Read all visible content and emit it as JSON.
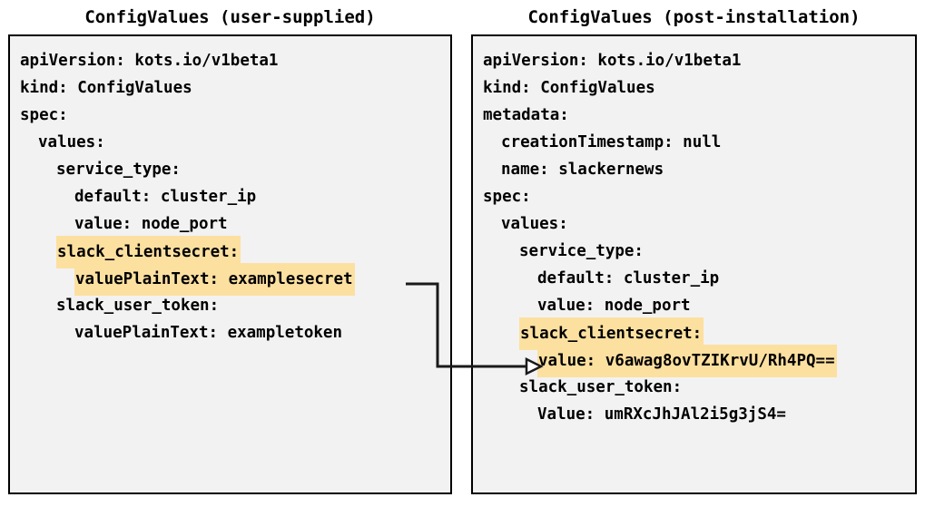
{
  "panels": {
    "left": {
      "title": "ConfigValues (user-supplied)",
      "lines": [
        {
          "text": "apiVersion: kots.io/v1beta1",
          "indent": 0,
          "highlight": false
        },
        {
          "text": "kind: ConfigValues",
          "indent": 0,
          "highlight": false
        },
        {
          "text": "spec:",
          "indent": 0,
          "highlight": false
        },
        {
          "text": "values:",
          "indent": 1,
          "highlight": false
        },
        {
          "text": "service_type:",
          "indent": 2,
          "highlight": false
        },
        {
          "text": "default: cluster_ip",
          "indent": 3,
          "highlight": false
        },
        {
          "text": "value: node_port",
          "indent": 3,
          "highlight": false
        },
        {
          "text": "slack_clientsecret:",
          "indent": 2,
          "highlight": true
        },
        {
          "text": "valuePlainText: examplesecret",
          "indent": 3,
          "highlight": true
        },
        {
          "text": "slack_user_token:",
          "indent": 2,
          "highlight": false
        },
        {
          "text": "valuePlainText: exampletoken",
          "indent": 3,
          "highlight": false
        }
      ]
    },
    "right": {
      "title": "ConfigValues (post-installation)",
      "lines": [
        {
          "text": "apiVersion: kots.io/v1beta1",
          "indent": 0,
          "highlight": false
        },
        {
          "text": "kind: ConfigValues",
          "indent": 0,
          "highlight": false
        },
        {
          "text": "metadata:",
          "indent": 0,
          "highlight": false
        },
        {
          "text": "creationTimestamp: null",
          "indent": 1,
          "highlight": false
        },
        {
          "text": "name: slackernews",
          "indent": 1,
          "highlight": false
        },
        {
          "text": "spec:",
          "indent": 0,
          "highlight": false
        },
        {
          "text": "values:",
          "indent": 1,
          "highlight": false
        },
        {
          "text": "service_type:",
          "indent": 2,
          "highlight": false
        },
        {
          "text": "default: cluster_ip",
          "indent": 3,
          "highlight": false
        },
        {
          "text": "value: node_port",
          "indent": 3,
          "highlight": false
        },
        {
          "text": "slack_clientsecret:",
          "indent": 2,
          "highlight": true
        },
        {
          "text": "value: v6awag8ovTZIKrvU/Rh4PQ==",
          "indent": 3,
          "highlight": true
        },
        {
          "text": "slack_user_token:",
          "indent": 2,
          "highlight": false
        },
        {
          "text": "Value: umRXcJhJAl2i5g3jS4=",
          "indent": 3,
          "highlight": false
        }
      ]
    }
  },
  "connector": {
    "label": "",
    "from_line": "valuePlainText: examplesecret",
    "to_line": "value: v6awag8ovTZIKrvU/Rh4PQ==",
    "arrowhead": "open-triangle"
  },
  "colors": {
    "highlight": "#fce0a0",
    "panel_background": "#f2f2f2",
    "panel_border": "#000000",
    "text": "#000000",
    "page_background": "#ffffff",
    "connector": "#1a1a1a"
  }
}
